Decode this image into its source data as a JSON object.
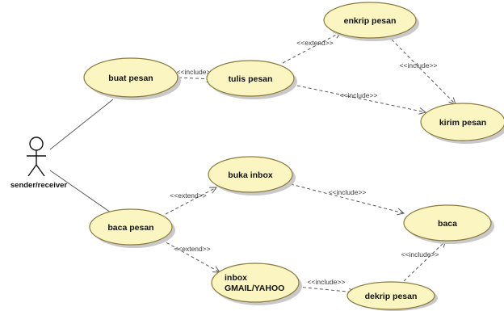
{
  "actor": {
    "label": "sender/receiver"
  },
  "use_cases": [
    {
      "id": "buat-pesan",
      "lines": [
        "buat pesan"
      ]
    },
    {
      "id": "tulis-pesan",
      "lines": [
        "tulis pesan"
      ]
    },
    {
      "id": "enkrip-pesan",
      "lines": [
        "enkrip pesan"
      ]
    },
    {
      "id": "kirim-pesan",
      "lines": [
        "kirim pesan"
      ]
    },
    {
      "id": "buka-inbox",
      "lines": [
        "buka inbox"
      ]
    },
    {
      "id": "baca-pesan",
      "lines": [
        "baca pesan"
      ]
    },
    {
      "id": "baca",
      "lines": [
        "baca"
      ]
    },
    {
      "id": "inbox-gmail-yahoo",
      "lines": [
        "inbox",
        "GMAIL/YAHOO"
      ]
    },
    {
      "id": "dekrip-pesan",
      "lines": [
        "dekrip pesan"
      ]
    }
  ],
  "relationships": [
    {
      "id": "actor-buat-pesan",
      "type": "association",
      "label": ""
    },
    {
      "id": "actor-baca-pesan",
      "type": "association",
      "label": ""
    },
    {
      "id": "buat-include-tulis",
      "type": "include",
      "label": "<<include>>"
    },
    {
      "id": "tulis-extend-enkrip",
      "type": "extend",
      "label": "<<extend>>"
    },
    {
      "id": "enkrip-include-kirim",
      "type": "include",
      "label": "<<include>>"
    },
    {
      "id": "tulis-include-kirim",
      "type": "include",
      "label": "<<include>>"
    },
    {
      "id": "baca-extend-buka-inbox",
      "type": "extend",
      "label": "<<extend>>"
    },
    {
      "id": "baca-extend-inbox",
      "type": "extend",
      "label": "<<extend>>"
    },
    {
      "id": "buka-inbox-include-baca",
      "type": "include",
      "label": "<<include>>"
    },
    {
      "id": "dekrip-include-baca",
      "type": "include",
      "label": "<<include>>"
    },
    {
      "id": "inbox-include-dekrip",
      "type": "include",
      "label": "<<include>>"
    }
  ],
  "colors": {
    "use_case_fill": "#fbf6c1",
    "use_case_stroke": "#8a7a3c",
    "line": "#5a5a5a"
  }
}
